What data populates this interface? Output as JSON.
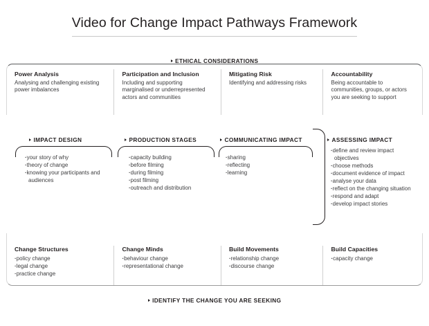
{
  "title": "Video for Change Impact Pathways Framework",
  "ethical": {
    "heading": "ETHICAL CONSIDERATIONS",
    "cells": [
      {
        "title": "Power Analysis",
        "body": "Analysing and challenging existing power imbalances"
      },
      {
        "title": "Participation and Inclusion",
        "body": "Including and supporting marginalised or underrepresented actors and communities"
      },
      {
        "title": "Mitigating Risk",
        "body": "Identifying and addressing risks"
      },
      {
        "title": "Accountability",
        "body": "Being accountable to communities, groups, or actors you are seeking to support"
      }
    ]
  },
  "stages": {
    "impact_design": {
      "heading": "IMPACT DESIGN",
      "items": [
        "your story of why",
        "theory of change",
        "knowing your participants and audiences"
      ]
    },
    "production_stages": {
      "heading": "PRODUCTION STAGES",
      "items": [
        "capacity building",
        "before filming",
        "during filming",
        "post filming",
        "outreach and distribution"
      ]
    },
    "communicating_impact": {
      "heading": "COMMUNICATING IMPACT",
      "items": [
        "sharing",
        "reflecting",
        "learning"
      ]
    },
    "assessing_impact": {
      "heading": "ASSESSING IMPACT",
      "items": [
        "define and review impact objectives",
        "choose methods",
        "document evidence of impact",
        "analyse your data",
        "reflect on the changing situation",
        "respond and adapt",
        "develop impact stories"
      ]
    }
  },
  "outcomes": {
    "cells": [
      {
        "title": "Change Structures",
        "items": [
          "policy change",
          "legal change",
          "practice change"
        ]
      },
      {
        "title": "Change Minds",
        "items": [
          "behaviour change",
          "representational change"
        ]
      },
      {
        "title": "Build Movements",
        "items": [
          "relationship change",
          "discourse change"
        ]
      },
      {
        "title": "Build Capacities",
        "items": [
          "capacity change"
        ]
      }
    ]
  },
  "footer": {
    "heading": "IDENTIFY THE CHANGE YOU ARE SEEKING"
  }
}
